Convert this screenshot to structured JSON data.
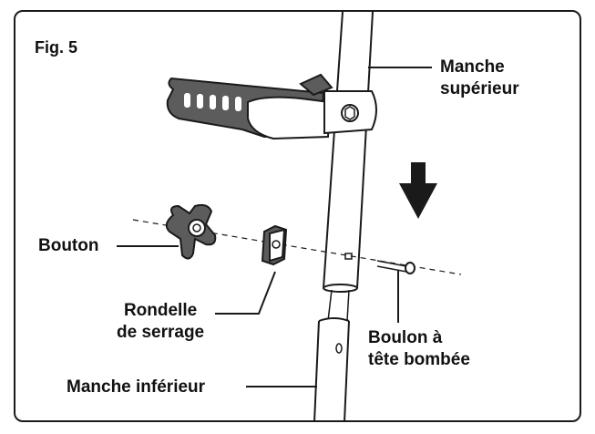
{
  "figure": {
    "label": "Fig. 5"
  },
  "labels": {
    "upper_handle": [
      "Manche",
      "supérieur"
    ],
    "knob": "Bouton",
    "clamp_washer": [
      "Rondelle",
      "de serrage"
    ],
    "carriage_bolt": [
      "Boulon à",
      "tête bombée"
    ],
    "lower_handle": "Manche inférieur"
  },
  "colors": {
    "line": "#1a1a1a",
    "grip": "#5c5c5c",
    "part": "#ffffff"
  },
  "icons": [
    "down-arrow-icon"
  ]
}
